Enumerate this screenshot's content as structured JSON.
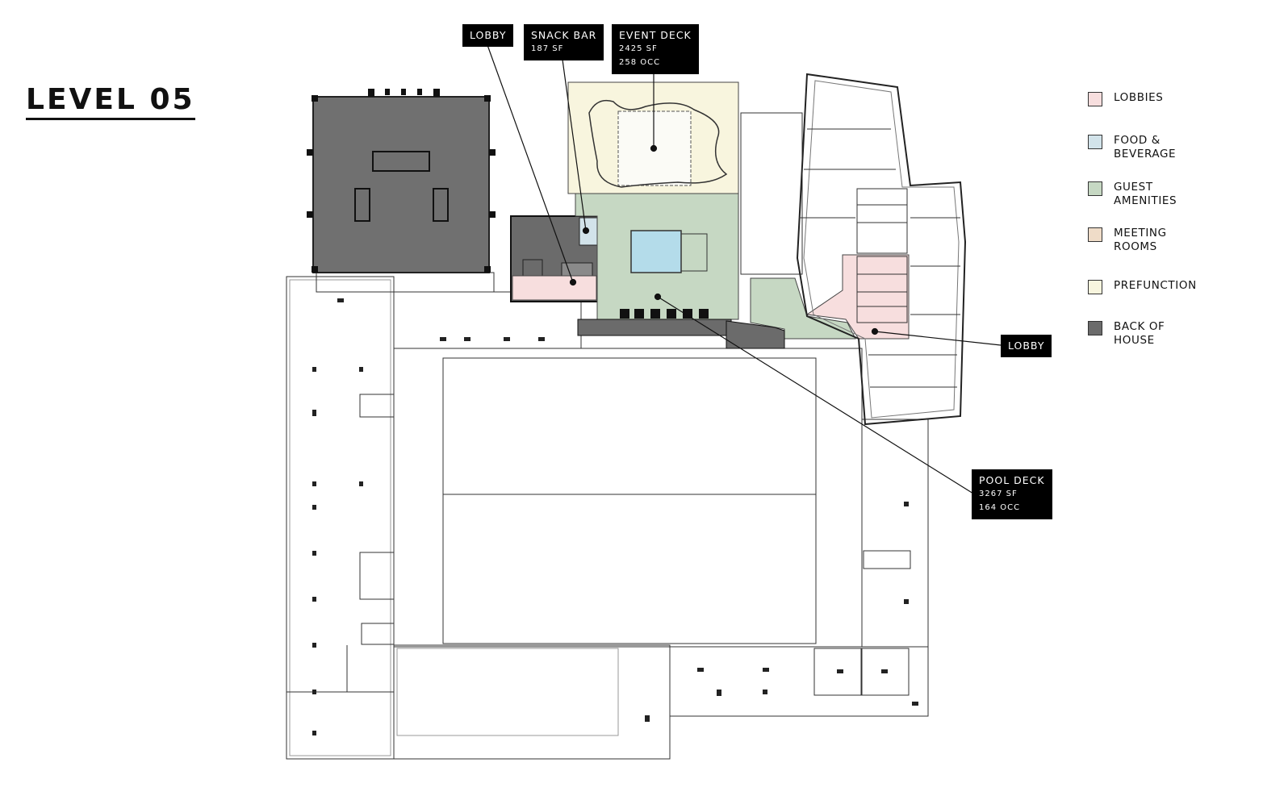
{
  "title": "LEVEL 05",
  "callouts": {
    "lobby_top": {
      "name": "LOBBY"
    },
    "snack_bar": {
      "name": "SNACK BAR",
      "sub1": "187 SF"
    },
    "event_deck": {
      "name": "EVENT DECK",
      "sub1": "2425 SF",
      "sub2": "258 OCC"
    },
    "lobby_right": {
      "name": "LOBBY"
    },
    "pool_deck": {
      "name": "POOL DECK",
      "sub1": "3267 SF",
      "sub2": "164 OCC"
    }
  },
  "legend": [
    {
      "label": "LOBBIES",
      "color": "#f7dede"
    },
    {
      "label": "FOOD &\nBEVERAGE",
      "color": "#d2e3ea"
    },
    {
      "label": "GUEST\nAMENITIES",
      "color": "#c6d8c3"
    },
    {
      "label": "MEETING\nROOMS",
      "color": "#efdcc8"
    },
    {
      "label": "PREFUNCTION",
      "color": "#f8f5de"
    },
    {
      "label": "BACK OF\nHOUSE",
      "color": "#6b6b6b"
    }
  ],
  "colors": {
    "lobbies": "#f7dede",
    "food_beverage": "#d2e3ea",
    "guest_amenities": "#c6d8c3",
    "prefunction": "#f8f5de",
    "back_of_house": "#6b6b6b",
    "pool": "#b4dcea"
  }
}
